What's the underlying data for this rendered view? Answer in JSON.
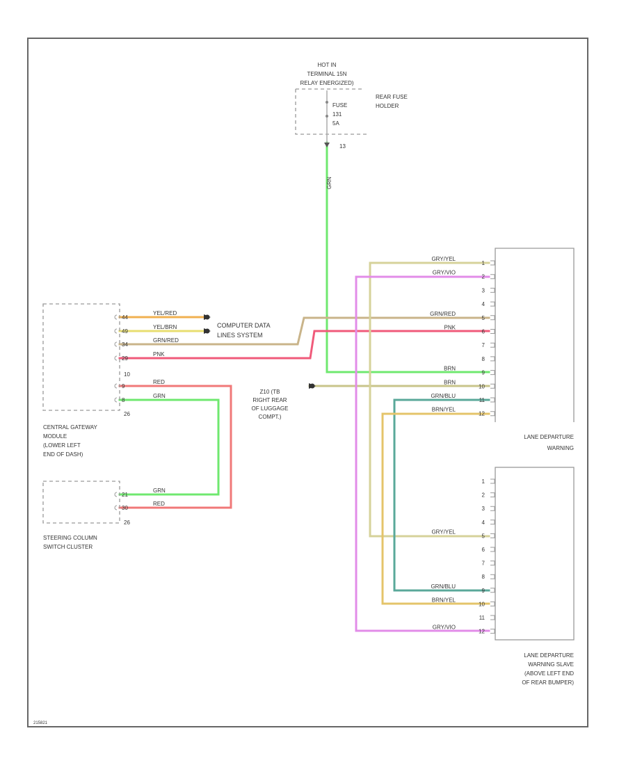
{
  "fuse_block": {
    "supply_lines": [
      "HOT IN",
      "TERMINAL 15N",
      "RELAY ENERGIZED)"
    ],
    "fuse_labels": [
      "FUSE",
      "131",
      "5A"
    ],
    "holder_label": [
      "REAR FUSE",
      "HOLDER"
    ],
    "pin": "13",
    "wire_color": "GRN"
  },
  "computer_data": {
    "label": [
      "COMPUTER DATA",
      "LINES SYSTEM"
    ]
  },
  "ground": {
    "label": [
      "Z10 (TB",
      "RIGHT REAR",
      "OF LUGGAGE",
      "COMPT.)"
    ]
  },
  "gateway": {
    "name": [
      "CENTRAL GATEWAY",
      "MODULE",
      "(LOWER LEFT",
      "END OF DASH)"
    ],
    "connector_a": "10",
    "connector_b": "26",
    "pins": [
      {
        "num": "44",
        "color": "YEL/RED"
      },
      {
        "num": "49",
        "color": "YEL/BRN"
      },
      {
        "num": "34",
        "color": "GRN/RED"
      },
      {
        "num": "29",
        "color": "PNK"
      },
      {
        "num": "9",
        "color": "RED"
      },
      {
        "num": "8",
        "color": "GRN"
      }
    ]
  },
  "steering": {
    "name": [
      "STEERING COLUMN",
      "SWITCH CLUSTER"
    ],
    "connector": "26",
    "pins": [
      {
        "num": "21",
        "color": "GRN"
      },
      {
        "num": "30",
        "color": "RED"
      }
    ]
  },
  "ldw_master": {
    "name": [
      "LANE DEPARTURE",
      "WARNING"
    ],
    "pins": [
      "1",
      "2",
      "3",
      "4",
      "5",
      "6",
      "7",
      "8",
      "9",
      "10",
      "11",
      "12"
    ],
    "wire_labels": [
      {
        "pin": "1",
        "color": "GRY/YEL"
      },
      {
        "pin": "2",
        "color": "GRY/VIO"
      },
      {
        "pin": "5",
        "color": "GRN/RED"
      },
      {
        "pin": "6",
        "color": "PNK"
      },
      {
        "pin": "9",
        "color": "BRN"
      },
      {
        "pin": "10",
        "color": "BRN"
      },
      {
        "pin": "11",
        "color": "GRN/BLU"
      },
      {
        "pin": "12",
        "color": "BRN/YEL"
      }
    ]
  },
  "ldw_slave": {
    "name": [
      "LANE DEPARTURE",
      "WARNING SLAVE",
      "(ABOVE LEFT END",
      "OF REAR BUMPER)"
    ],
    "pins": [
      "1",
      "2",
      "3",
      "4",
      "5",
      "6",
      "7",
      "8",
      "9",
      "10",
      "11",
      "12"
    ],
    "wire_labels": [
      {
        "pin": "5",
        "color": "GRY/YEL"
      },
      {
        "pin": "9",
        "color": "GRN/BLU"
      },
      {
        "pin": "10",
        "color": "BRN/YEL"
      },
      {
        "pin": "12",
        "color": "GRY/VIO"
      }
    ]
  },
  "footer": {
    "figure_id": "215821"
  },
  "colors": {
    "gry_yel": "#d6d29a",
    "gry_vio": "#e28ce8",
    "grn_red": "#c9b48a",
    "pnk": "#f05a7a",
    "yel_red": "#f0b050",
    "yel_brn": "#e8de70",
    "red": "#f07878",
    "grn": "#6fe86f",
    "brn": "#c8c48a",
    "grn_blu": "#5aa89a",
    "brn_yel": "#e4c46a"
  }
}
